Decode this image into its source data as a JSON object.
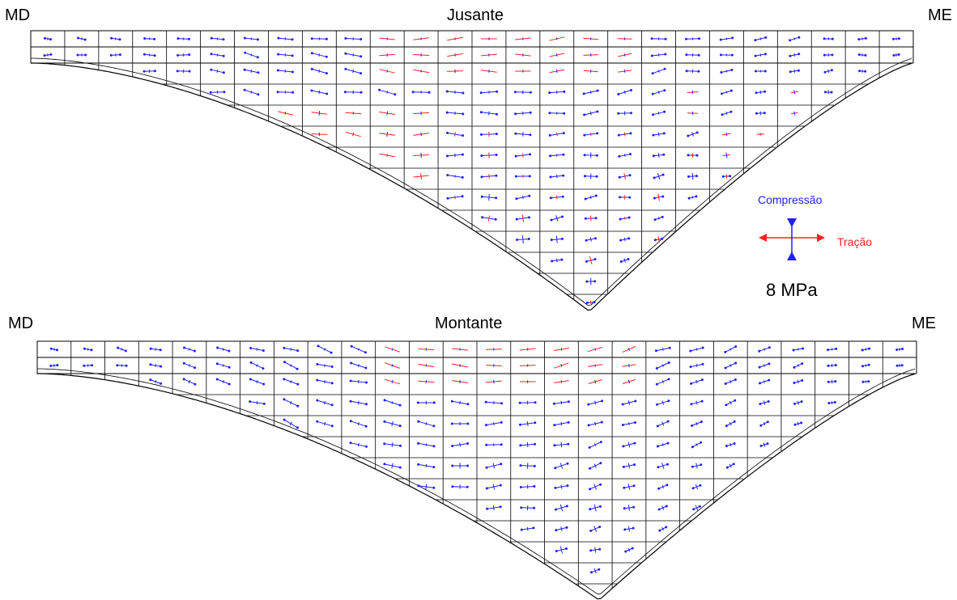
{
  "panels": [
    {
      "title": "Jusante",
      "left_label": "MD",
      "right_label": "ME"
    },
    {
      "title": "Montante",
      "left_label": "MD",
      "right_label": "ME"
    }
  ],
  "legend": {
    "compression_label": "Compressão",
    "tension_label": "Tração",
    "scale_label": "8 MPa",
    "compression_color": "#2020ff",
    "tension_color": "#ff2020"
  },
  "colors": {
    "mesh": "#000000"
  }
}
